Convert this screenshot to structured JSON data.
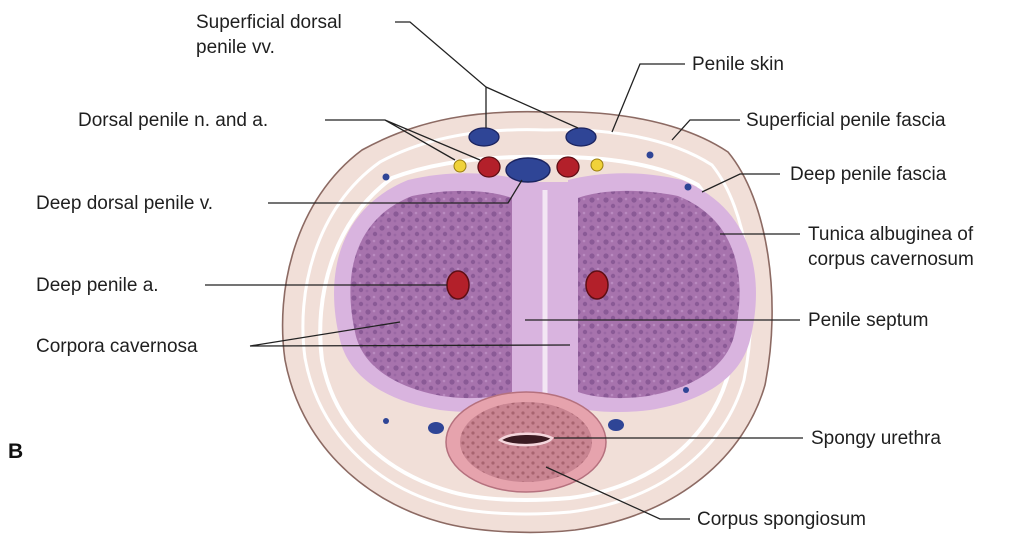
{
  "panel_letter": "B",
  "labels": {
    "superficial_dorsal_line1": "Superficial dorsal",
    "superficial_dorsal_line2": "penile vv.",
    "penile_skin": "Penile skin",
    "dorsal_nerve_artery": "Dorsal penile n. and a.",
    "superficial_fascia": "Superficial penile fascia",
    "deep_fascia": "Deep penile fascia",
    "deep_dorsal_vein": "Deep dorsal penile v.",
    "tunica_line1": "Tunica albuginea of",
    "tunica_line2": "corpus cavernosum",
    "deep_artery": "Deep penile a.",
    "septum": "Penile septum",
    "corpora_cavernosa": "Corpora cavernosa",
    "spongy_urethra": "Spongy urethra",
    "corpus_spongiosum": "Corpus spongiosum"
  },
  "colors": {
    "skin": "#f1dfd8",
    "skin_border": "#8c6a63",
    "fascia_line": "#ffffff",
    "tunica": "#d9b4df",
    "cavernosa": "#a773ad",
    "cavernosa_texture": "#8a5a96",
    "spongiosum_outer": "#e6a3ad",
    "spongiosum_inner": "#c98592",
    "vein": "#2f4596",
    "artery": "#b3202a",
    "nerve": "#f0d23a"
  }
}
